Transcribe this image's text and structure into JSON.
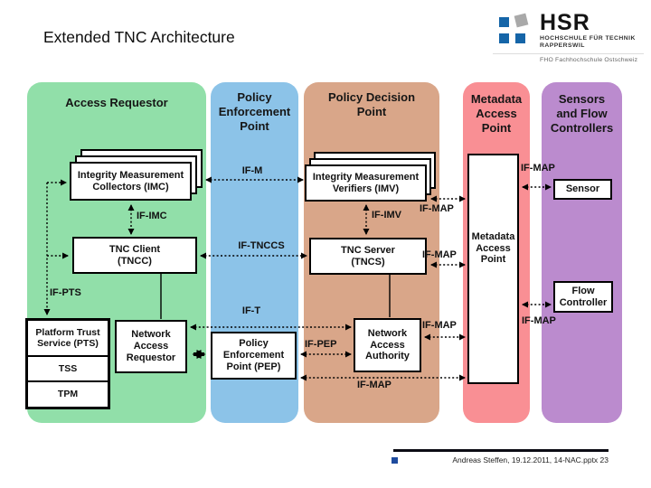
{
  "title": "Extended TNC Architecture",
  "logo": {
    "acronym": "HSR",
    "school_line1": "HOCHSCHULE FÜR TECHNIK",
    "school_line2": "RAPPERSWIL",
    "affiliation": "FHO Fachhochschule Ostschweiz",
    "brand_blue": "#1565a8",
    "brand_gray": "#a9a9a9"
  },
  "columns": {
    "access_requestor": {
      "label": "Access Requestor",
      "color": "#91dfa9"
    },
    "policy_enforcement_point": {
      "label": "Policy\nEnforcement\nPoint",
      "color": "#8cc3e8"
    },
    "policy_decision_point": {
      "label": "Policy Decision\nPoint",
      "color": "#d9a689"
    },
    "metadata_access_point": {
      "label": "Metadata\nAccess\nPoint",
      "color": "#f98f94"
    },
    "sensors_flow_controllers": {
      "label": "Sensors\nand Flow\nControllers",
      "color": "#bb8bce"
    }
  },
  "boxes": {
    "imc": "Integrity Measurement\nCollectors (IMC)",
    "tncc": "TNC Client\n(TNCC)",
    "pts": "Platform Trust\nService (PTS)",
    "tss": "TSS",
    "tpm": "TPM",
    "nar": "Network\nAccess\nRequestor",
    "pep": "Policy\nEnforcement\nPoint (PEP)",
    "imv": "Integrity Measurement\nVerifiers (IMV)",
    "tncs": "TNC Server\n(TNCS)",
    "naa": "Network\nAccess\nAuthority",
    "map": "Metadata\nAccess\nPoint",
    "sensor": "Sensor",
    "flow_controller": "Flow\nController"
  },
  "interfaces": {
    "if_m": "IF-M",
    "if_imc": "IF-IMC",
    "if_tnccs": "IF-TNCCS",
    "if_imv": "IF-IMV",
    "if_t": "IF-T",
    "if_pep": "IF-PEP",
    "if_pts": "IF-PTS",
    "if_map": "IF-MAP"
  },
  "footer": {
    "credit": "Andreas Steffen, 19.12.2011, 14-NAC.pptx 23",
    "bullet_color": "#1e4b9e",
    "rule_color": "#0c0c14"
  }
}
